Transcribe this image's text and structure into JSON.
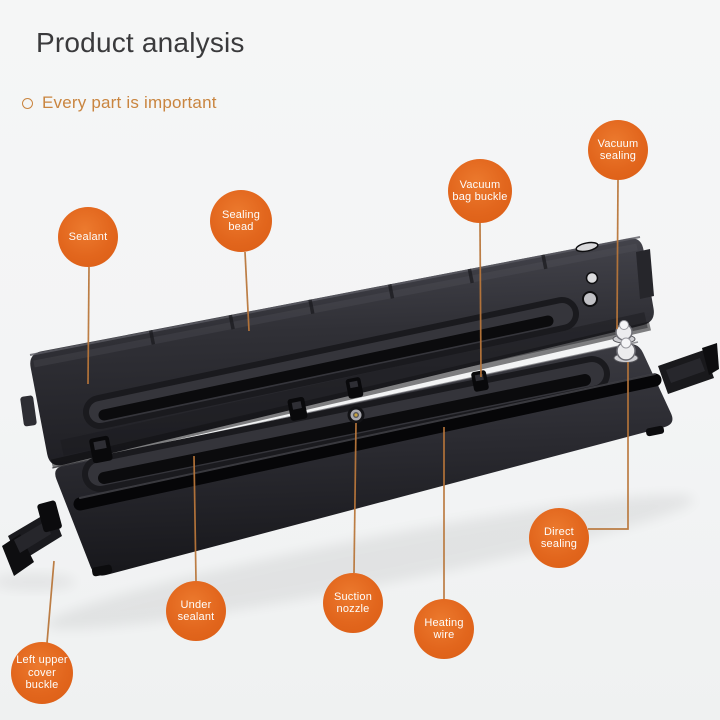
{
  "header": {
    "title": "Product analysis",
    "subtitle": "Every part is important"
  },
  "labels": {
    "sealant": {
      "text": "Sealant"
    },
    "sealing_bead": {
      "text": "Sealing\nbead"
    },
    "vacuum_bag_buckle": {
      "text": "Vacuum\nbag buckle"
    },
    "vacuum_sealing": {
      "text": "Vacuum\nsealing"
    },
    "direct_sealing": {
      "text": "Direct\nsealing"
    },
    "heating_wire": {
      "text": "Heating\nwire"
    },
    "suction_nozzle": {
      "text": "Suction\nnozzle"
    },
    "under_sealant": {
      "text": "Under\nsealant"
    },
    "left_upper_cover_buckle": {
      "text": "Left upper\ncover\nbuckle"
    }
  },
  "colors": {
    "accent_orange": "#e2661d",
    "leader_line": "#b8763a",
    "title_text": "#3a3a3c",
    "subtitle_text": "#c9853f",
    "machine_dark": "#2a2a2f",
    "background": "#f4f5f5"
  }
}
